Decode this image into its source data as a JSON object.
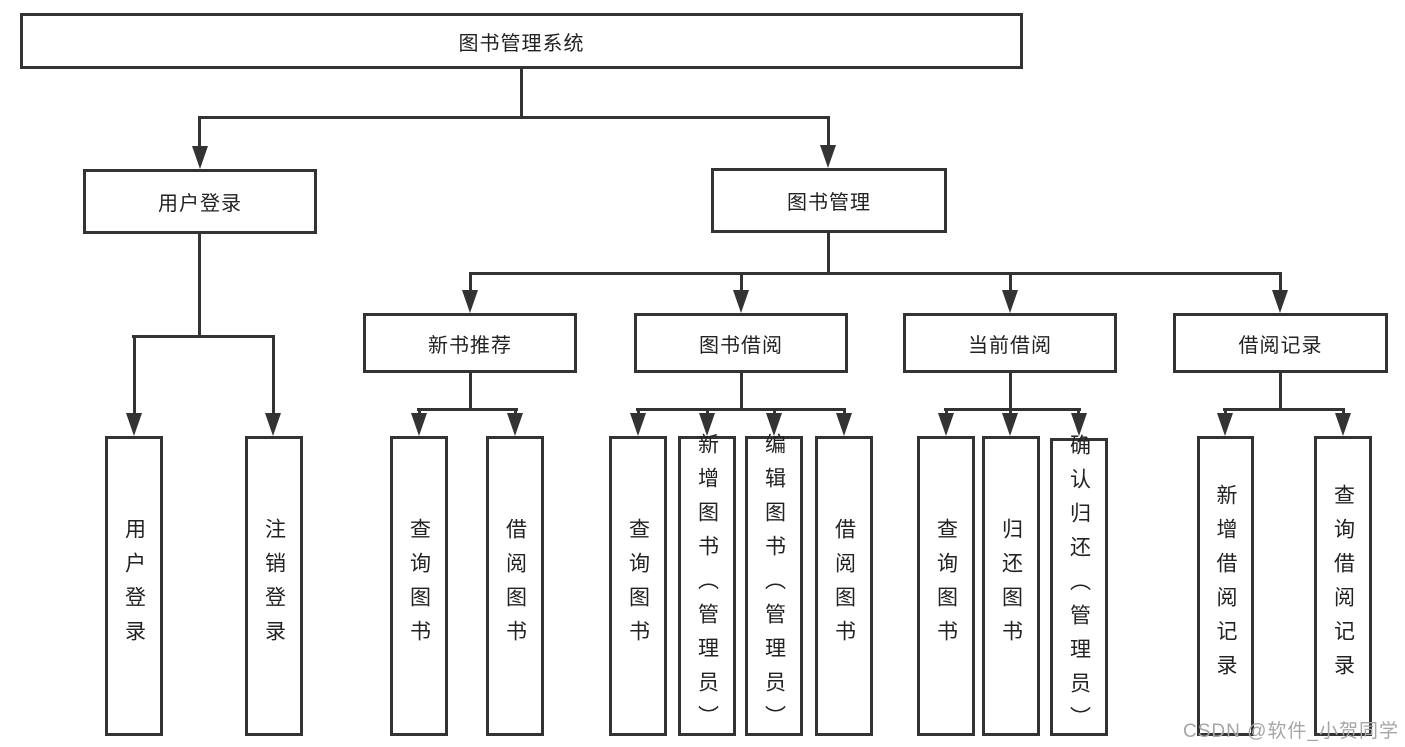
{
  "tree": {
    "root": "图书管理系统",
    "children": [
      {
        "label": "用户登录",
        "children": [
          "用户登录",
          "注销登录"
        ]
      },
      {
        "label": "图书管理",
        "children": [
          {
            "label": "新书推荐",
            "children": [
              "查询图书",
              "借阅图书"
            ]
          },
          {
            "label": "图书借阅",
            "children": [
              "查询图书",
              "新增图书（管理员）",
              "编辑图书（管理员）",
              "借阅图书"
            ]
          },
          {
            "label": "当前借阅",
            "children": [
              "查询图书",
              "归还图书",
              "确认归还（管理员）"
            ]
          },
          {
            "label": "借阅记录",
            "children": [
              "新增借阅记录",
              "查询借阅记录"
            ]
          }
        ]
      }
    ]
  },
  "colors": {
    "line": "#333333",
    "text": "#222222",
    "watermark": "#a6a6a6",
    "background": "#ffffff"
  },
  "watermark": "CSDN @软件_小贺同学"
}
